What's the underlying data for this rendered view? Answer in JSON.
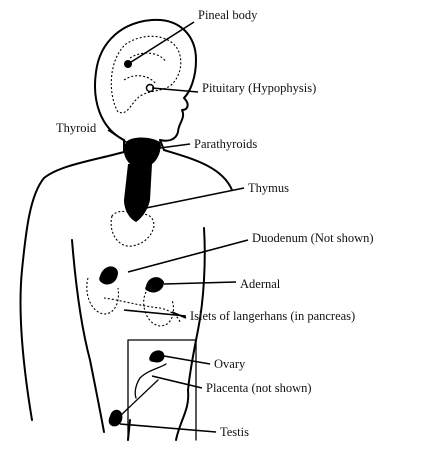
{
  "labels": {
    "pineal_body": "Pineal body",
    "pituitary": "Pituitary (Hypophysis)",
    "thyroid": "Thyroid",
    "parathyroids": "Parathyroids",
    "thymus": "Thymus",
    "duodenum": "Duodenum (Not shown)",
    "adrenal": "Adernal",
    "islets": "Islets of langerhans (in pancreas)",
    "ovary": "Ovary",
    "placenta": "Placenta (not shown)",
    "testis": "Testis"
  }
}
